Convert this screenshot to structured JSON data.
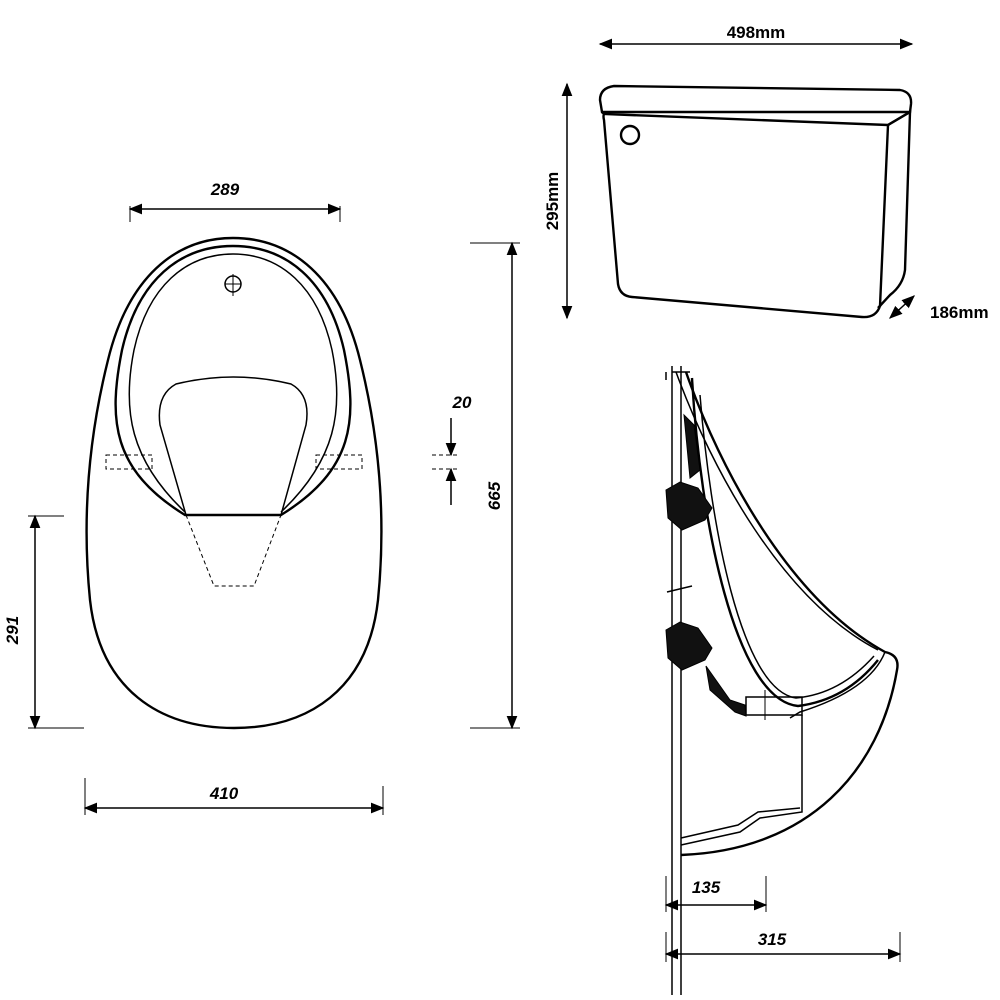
{
  "dimensions": {
    "cistern_width": "498mm",
    "cistern_height": "295mm",
    "cistern_depth": "186mm",
    "inlet_spacing": "289",
    "fixing_height": "20",
    "overall_height": "665",
    "outlet_height": "291",
    "overall_width": "410",
    "outlet_projection": "135",
    "overall_projection": "315"
  }
}
